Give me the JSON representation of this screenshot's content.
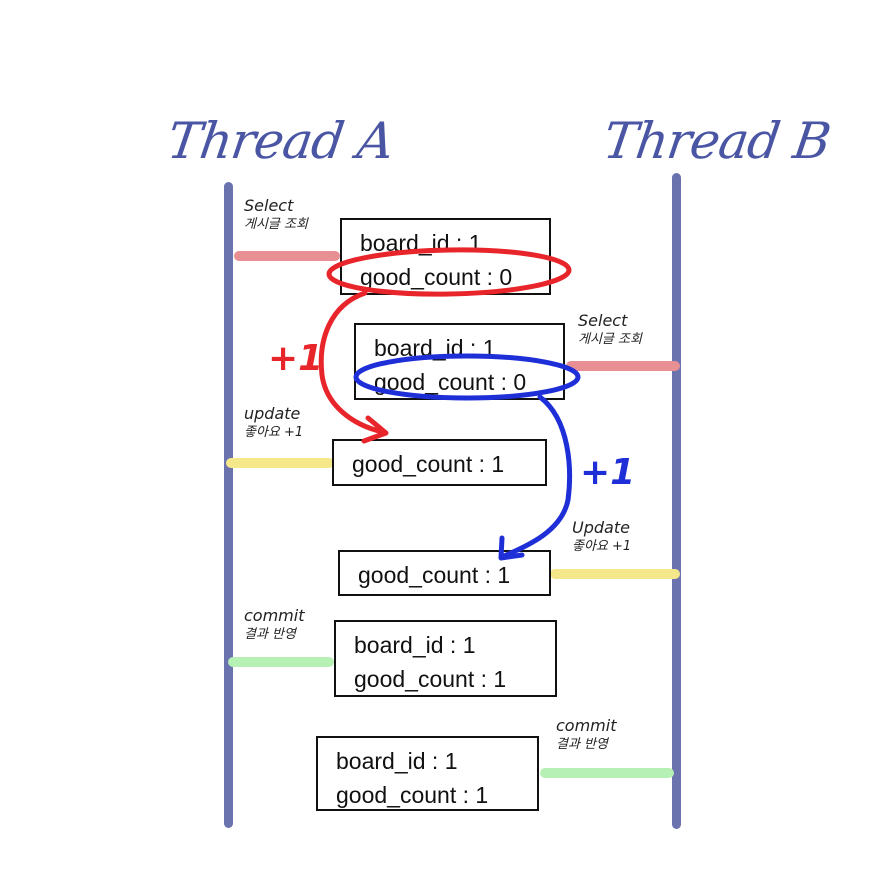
{
  "threads": [
    {
      "title": "Thread A"
    },
    {
      "title": "Thread B"
    }
  ],
  "notes": {
    "a_select": {
      "en": "Select",
      "ko": "게시글 조회"
    },
    "b_select": {
      "en": "Select",
      "ko": "게시글 조회"
    },
    "a_update": {
      "en": "update",
      "ko": "좋아요 +1"
    },
    "b_update": {
      "en": "Update",
      "ko": "좋아요 +1"
    },
    "a_commit": {
      "en": "commit",
      "ko": "결과 반영"
    },
    "b_commit": {
      "en": "commit",
      "ko": "결과 반영"
    }
  },
  "boxes": {
    "a_select": [
      "board_id : 1",
      "good_count : 0"
    ],
    "b_select": [
      "board_id : 1",
      "good_count : 0"
    ],
    "a_update": [
      "good_count : 1"
    ],
    "b_update": [
      "good_count : 1"
    ],
    "a_commit": [
      "board_id : 1",
      "good_count : 1"
    ],
    "b_commit": [
      "board_id : 1",
      "good_count : 1"
    ]
  },
  "increments": {
    "red": "+1",
    "blue": "+1"
  },
  "colors": {
    "lifeline": "#6b73ae",
    "title": "#4a56a3",
    "select_highlight": "#e88f93",
    "update_highlight": "#f4e88a",
    "commit_highlight": "#b7f0b5",
    "thread_a_flow": "#e8252a",
    "thread_b_flow": "#1f2fd8"
  }
}
